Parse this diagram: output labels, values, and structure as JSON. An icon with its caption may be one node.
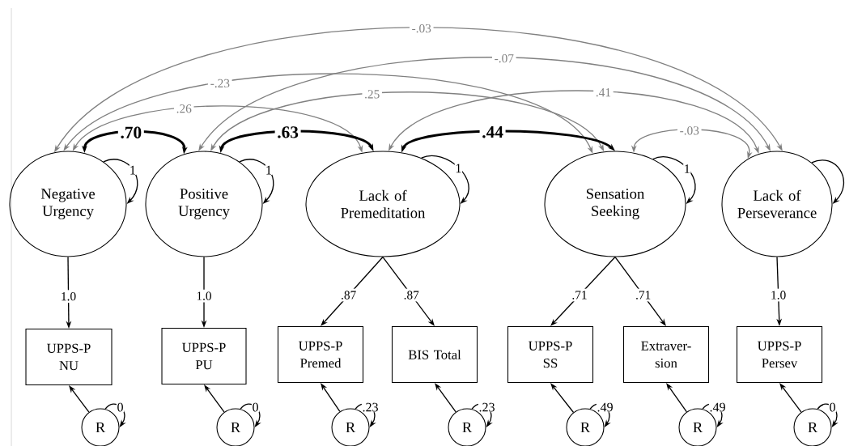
{
  "diagram": {
    "nodes": [
      {
        "text": [
          "Negative Urgency"
        ]
      },
      {
        "text": [
          "Positive Urgency"
        ]
      },
      {
        "text": [
          "Lack of Premeditation"
        ]
      },
      {
        "text": [
          "Sensation Seeking"
        ]
      },
      {
        "text": [
          "Lack of Perseverance"
        ]
      },
      {
        "text": [
          "UPPS-P NU"
        ]
      },
      {
        "text": [
          "UPPS-P PU"
        ]
      },
      {
        "text": [
          "UPPS-P Premed"
        ]
      },
      {
        "text": [
          "BIS Total"
        ]
      },
      {
        "text": [
          "UPPS-P SS"
        ]
      },
      {
        "text": [
          "Extraver- sion"
        ]
      },
      {
        "text": [
          "UPPS-P Persev"
        ]
      },
      {
        "text": [
          "R"
        ]
      },
      {
        "text": [
          "R"
        ]
      },
      {
        "text": [
          "R"
        ]
      },
      {
        "text": [
          "R"
        ]
      },
      {
        "text": [
          "R"
        ]
      },
      {
        "text": [
          "R"
        ]
      },
      {
        "text": [
          "R"
        ]
      }
    ],
    "edges": [
      {
        "from": 0,
        "to": 5,
        "arrow": "to",
        "label": "1.0"
      },
      {
        "from": 1,
        "to": 6,
        "arrow": "to",
        "label": "1.0"
      },
      {
        "from": 2,
        "to": 7,
        "arrow": "to",
        "label": ".87"
      },
      {
        "from": 2,
        "to": 8,
        "arrow": "to",
        "label": ".87"
      },
      {
        "from": 3,
        "to": 9,
        "arrow": "to",
        "label": ".71"
      },
      {
        "from": 3,
        "to": 10,
        "arrow": "to",
        "label": ".71"
      },
      {
        "from": 4,
        "to": 11,
        "arrow": "to",
        "label": "1.0"
      },
      {
        "from": 12,
        "to": 5,
        "arrow": "to"
      },
      {
        "from": 13,
        "to": 6,
        "arrow": "to"
      },
      {
        "from": 14,
        "to": 7,
        "arrow": "to"
      },
      {
        "from": 15,
        "to": 8,
        "arrow": "to"
      },
      {
        "from": 16,
        "to": 9,
        "arrow": "to"
      },
      {
        "from": 17,
        "to": 10,
        "arrow": "to"
      },
      {
        "from": 18,
        "to": 11,
        "arrow": "to"
      },
      {
        "from": 0,
        "to": 4,
        "arrow": "both",
        "label": "-.03",
        "color": "#808080"
      },
      {
        "from": 1,
        "to": 4,
        "arrow": "both",
        "label": "-.07",
        "color": "#808080"
      },
      {
        "from": 0,
        "to": 3,
        "arrow": "both",
        "label": "-.23",
        "color": "#808080"
      },
      {
        "from": 1,
        "to": 3,
        "arrow": "both",
        "label": ".25",
        "color": "#808080"
      },
      {
        "from": 2,
        "to": 4,
        "arrow": "both",
        "label": ".41",
        "color": "#808080"
      },
      {
        "from": 0,
        "to": 2,
        "arrow": "both",
        "label": ".26",
        "color": "#808080"
      },
      {
        "from": 0,
        "to": 1,
        "arrow": "both",
        "label": ".70",
        "style": "thick"
      },
      {
        "from": 1,
        "to": 2,
        "arrow": "both",
        "label": ".63",
        "style": "thick"
      },
      {
        "from": 2,
        "to": 3,
        "arrow": "both",
        "label": ".44",
        "style": "thick"
      },
      {
        "from": 3,
        "to": 4,
        "arrow": "both",
        "label": "-.03",
        "color": "#808080"
      },
      {
        "from": 0,
        "to": 0,
        "arrow": "to",
        "label": "1"
      },
      {
        "from": 1,
        "to": 1,
        "arrow": "to",
        "label": "1"
      },
      {
        "from": 2,
        "to": 2,
        "arrow": "to",
        "label": "1"
      },
      {
        "from": 3,
        "to": 3,
        "arrow": "to",
        "label": "1"
      },
      {
        "from": 4,
        "to": 4,
        "arrow": "to"
      },
      {
        "from": 12,
        "to": 12,
        "arrow": "to",
        "label": "0"
      },
      {
        "from": 13,
        "to": 13,
        "arrow": "to",
        "label": "0"
      },
      {
        "from": 14,
        "to": 14,
        "arrow": "to",
        "label": ".23"
      },
      {
        "from": 15,
        "to": 15,
        "arrow": "to",
        "label": ".23"
      },
      {
        "from": 16,
        "to": 16,
        "arrow": "to",
        "label": ".49"
      },
      {
        "from": 17,
        "to": 17,
        "arrow": "to",
        "label": ".49"
      },
      {
        "from": 18,
        "to": 18,
        "arrow": "to",
        "label": "0"
      }
    ]
  }
}
